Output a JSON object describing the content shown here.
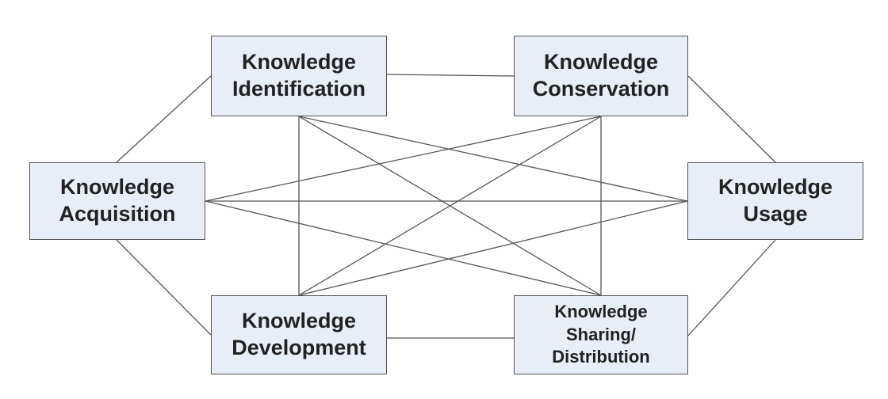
{
  "nodes": {
    "identification": "Knowledge\nIdentification",
    "conservation": "Knowledge\nConservation",
    "acquisition": "Knowledge\nAcquisition",
    "usage": "Knowledge\nUsage",
    "development": "Knowledge\nDevelopment",
    "sharing": "Knowledge\nSharing/\nDistribution"
  },
  "colors": {
    "box_fill": "#e8eef8",
    "box_border": "#555555",
    "line": "#555555",
    "text": "#222222"
  }
}
